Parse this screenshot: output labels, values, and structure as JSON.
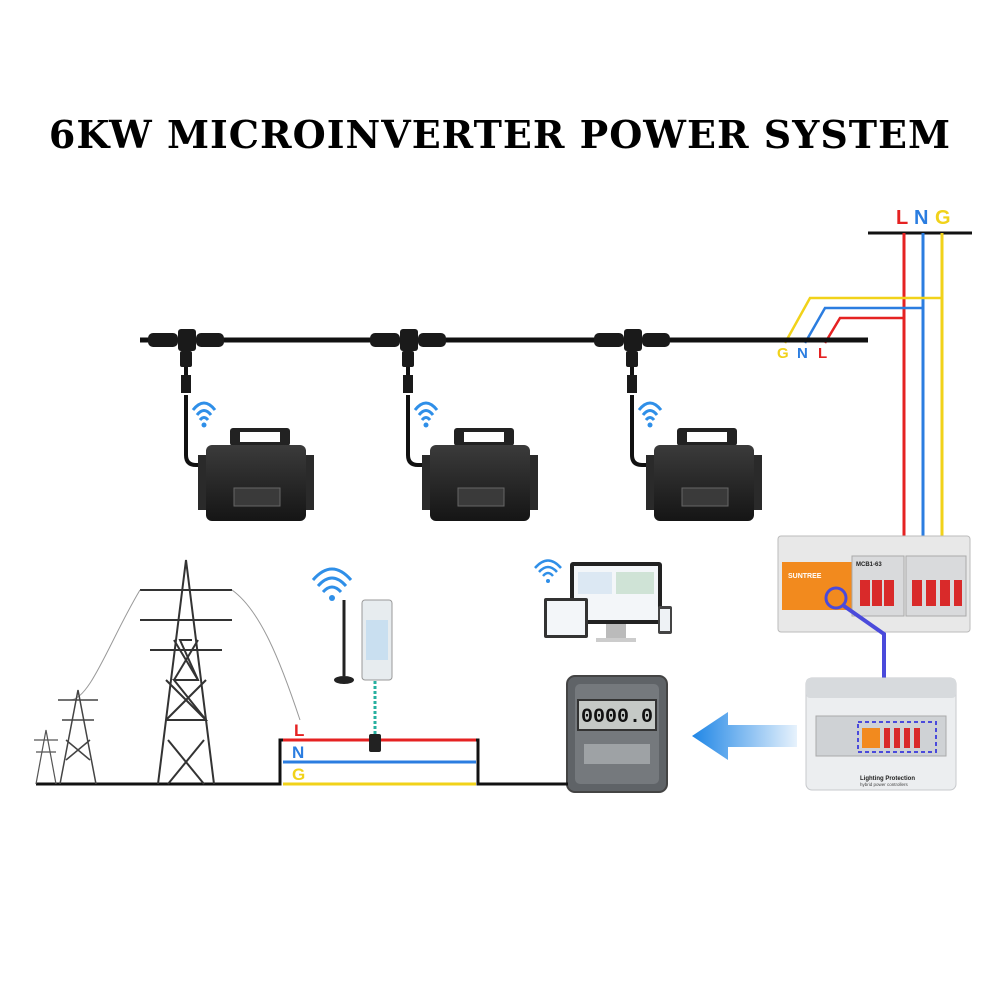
{
  "title": "6KW MICROINVERTER POWER SYSTEM",
  "top_bus_labels": [
    "L",
    "N",
    "G"
  ],
  "branch_labels": [
    "G",
    "N",
    "L"
  ],
  "grid_labels": [
    "L",
    "N",
    "G"
  ],
  "meter_reading": "0000.0",
  "breaker_brand": "SUNTREE",
  "breaker_model": "MCB1-63",
  "distribution_box_label": "Lighting Protection",
  "distribution_box_sublabel": "hybrid power controllers",
  "colors": {
    "live": "#e52222",
    "neutral": "#2b7de0",
    "ground": "#f1d21a",
    "cable": "#111111",
    "arrow": "#2f8fe8",
    "link": "#4a4adb"
  }
}
